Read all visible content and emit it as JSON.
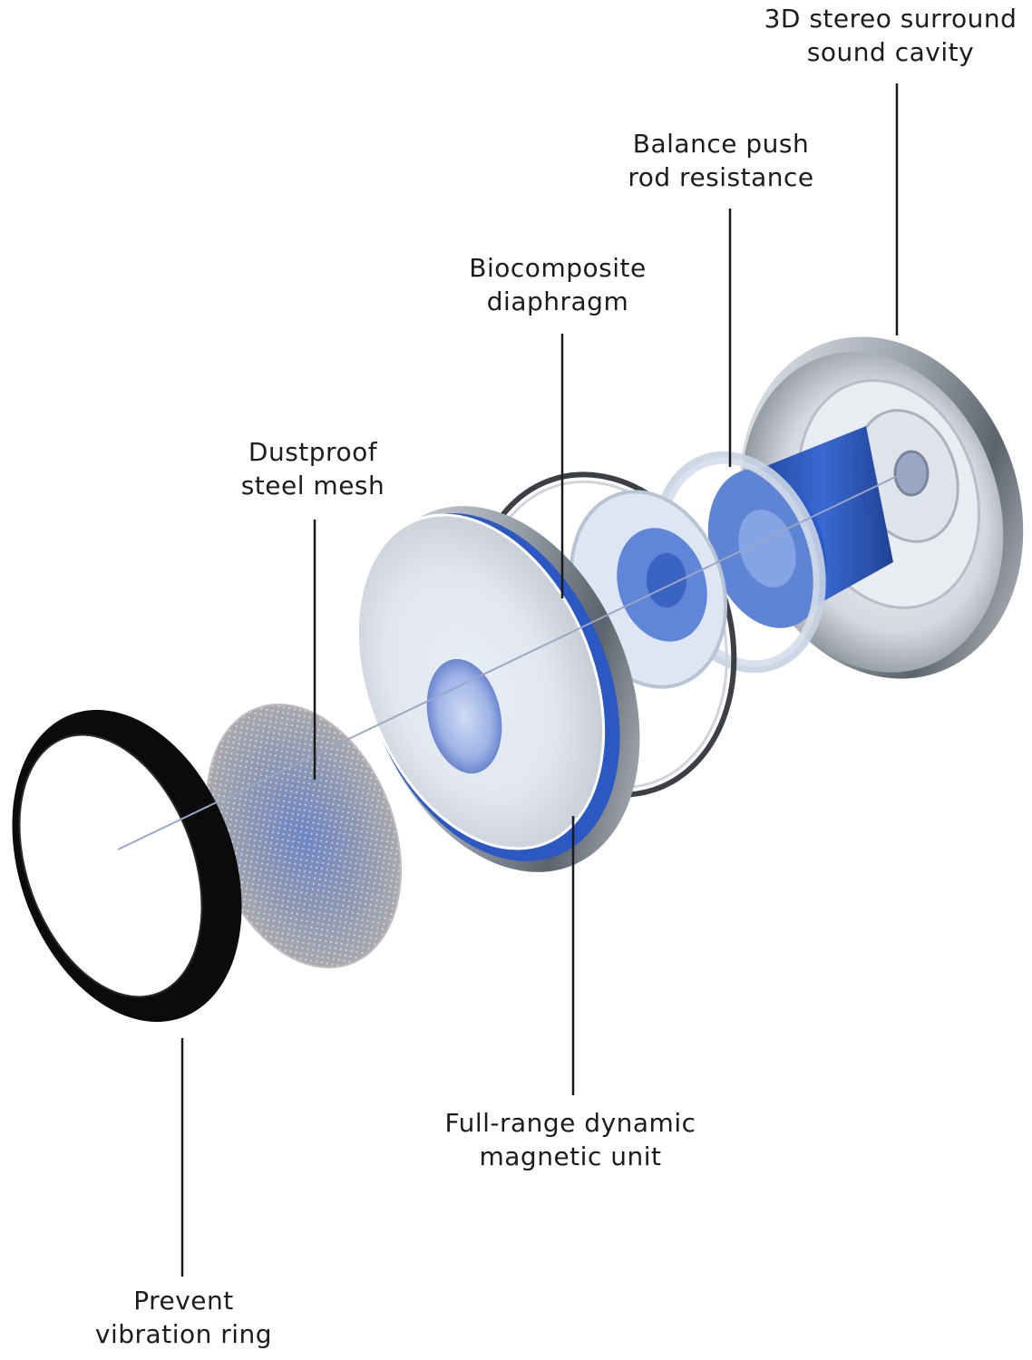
{
  "colors": {
    "background": "#ffffff",
    "label_text": "#1c1c1c",
    "leader_line": "#1a1a1a",
    "accent_blue": "#1f4fb8",
    "ring_black": "#0a0a0a",
    "metal_silver": "#c9ced6"
  },
  "labels": {
    "cavity": {
      "line1": "3D stereo surround",
      "line2": "sound cavity"
    },
    "pushrod": {
      "line1": "Balance push",
      "line2": "rod resistance"
    },
    "diaphragm": {
      "line1": "Biocomposite",
      "line2": "diaphragm"
    },
    "mesh": {
      "line1": "Dustproof",
      "line2": "steel mesh"
    },
    "driver": {
      "line1": "Full-range dynamic",
      "line2": "magnetic unit"
    },
    "ring": {
      "line1": "Prevent",
      "line2": "vibration ring"
    }
  },
  "components": [
    {
      "name": "prevent-vibration-ring",
      "description_icon": "black-rubber-ring-icon"
    },
    {
      "name": "dustproof-steel-mesh",
      "description_icon": "mesh-disc-icon"
    },
    {
      "name": "full-range-dynamic-magnetic-unit",
      "description_icon": "driver-disc-icon"
    },
    {
      "name": "biocomposite-diaphragm",
      "description_icon": "diaphragm-icon"
    },
    {
      "name": "balance-push-rod-resistance",
      "description_icon": "pushrod-icon"
    },
    {
      "name": "3d-stereo-surround-sound-cavity",
      "description_icon": "cavity-shell-icon"
    }
  ]
}
